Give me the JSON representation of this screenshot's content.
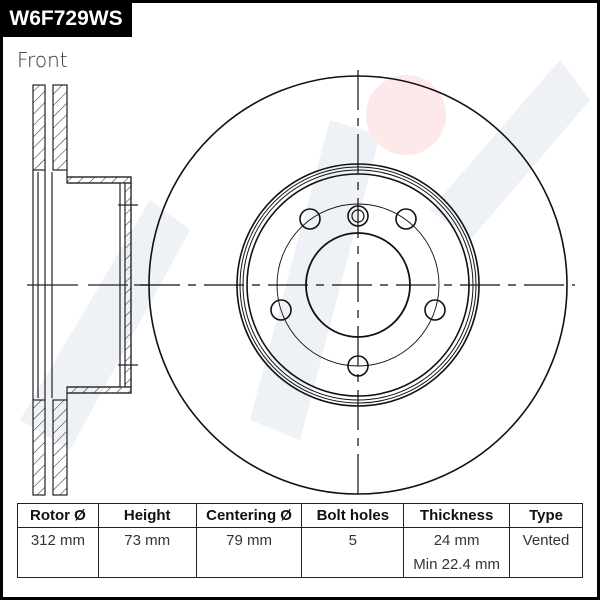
{
  "title": "W6F729WS",
  "view_label": "Front",
  "colors": {
    "line": "#111111",
    "watermark_blue": "#e9edf3",
    "watermark_pink": "#fde8ea"
  },
  "table": {
    "headers": [
      "Rotor Ø",
      "Height",
      "Centering Ø",
      "Bolt holes",
      "Thickness",
      "Type"
    ],
    "values": {
      "rotor": "312 mm",
      "height": "73 mm",
      "centering": "79 mm",
      "bolt_holes": "5",
      "thickness": "24 mm",
      "min_thickness": "Min 22.4 mm",
      "type": "Vented"
    }
  }
}
